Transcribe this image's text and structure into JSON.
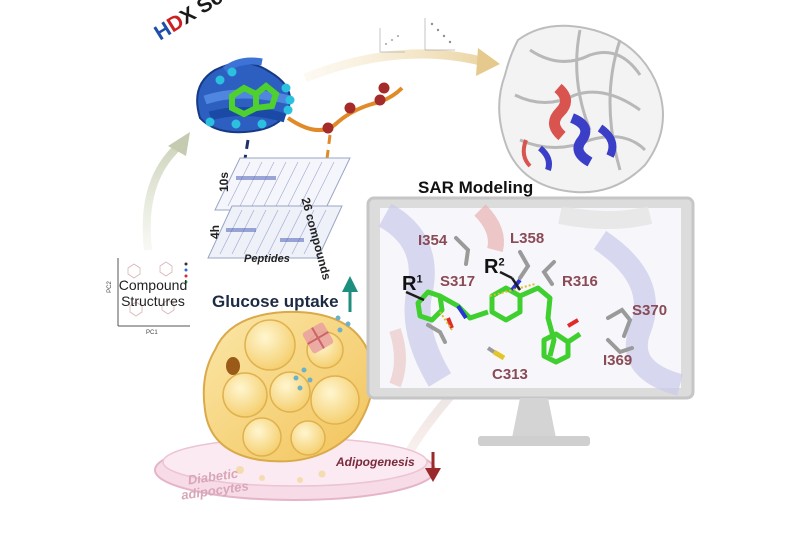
{
  "hdx": {
    "title_h": "H",
    "title_d": "D",
    "title_rest": "X Screen",
    "time_top": "10s",
    "time_bottom": "4h",
    "peptides_label": "Peptides",
    "compounds_label": "26 compounds"
  },
  "structures": {
    "label_line1": "Compound",
    "label_line2": "Structures",
    "pc_x": "PC1",
    "pc_y": "PC2"
  },
  "glucose": {
    "label": "Glucose uptake"
  },
  "adipocytes": {
    "line1": "Diabetic",
    "line2": "adipocytes"
  },
  "adipogenesis": {
    "label": "Adipogenesis"
  },
  "sar": {
    "title": "SAR Modeling",
    "residues": [
      "I354",
      "L358",
      "S317",
      "R316",
      "S370",
      "I369",
      "C313"
    ],
    "r_group_1": "R",
    "r_group_2_base": "R",
    "r_group_2_sup": "2",
    "r_group_1_sup": "1"
  },
  "colors": {
    "helix_red": "#d9534f",
    "helix_blue": "#3b3fc8",
    "ligand_green": "#3fcf2f",
    "arrow_up": "#1e8f7e",
    "arrow_down": "#9a2a2a",
    "hdx_blue": "#1f4fa8",
    "hdx_red": "#cc1f1f"
  },
  "icons": [
    "protein-ribbon-icon",
    "monitor-icon",
    "adipocyte-cell-icon",
    "petri-dish-icon",
    "scatter-plot-icon"
  ]
}
